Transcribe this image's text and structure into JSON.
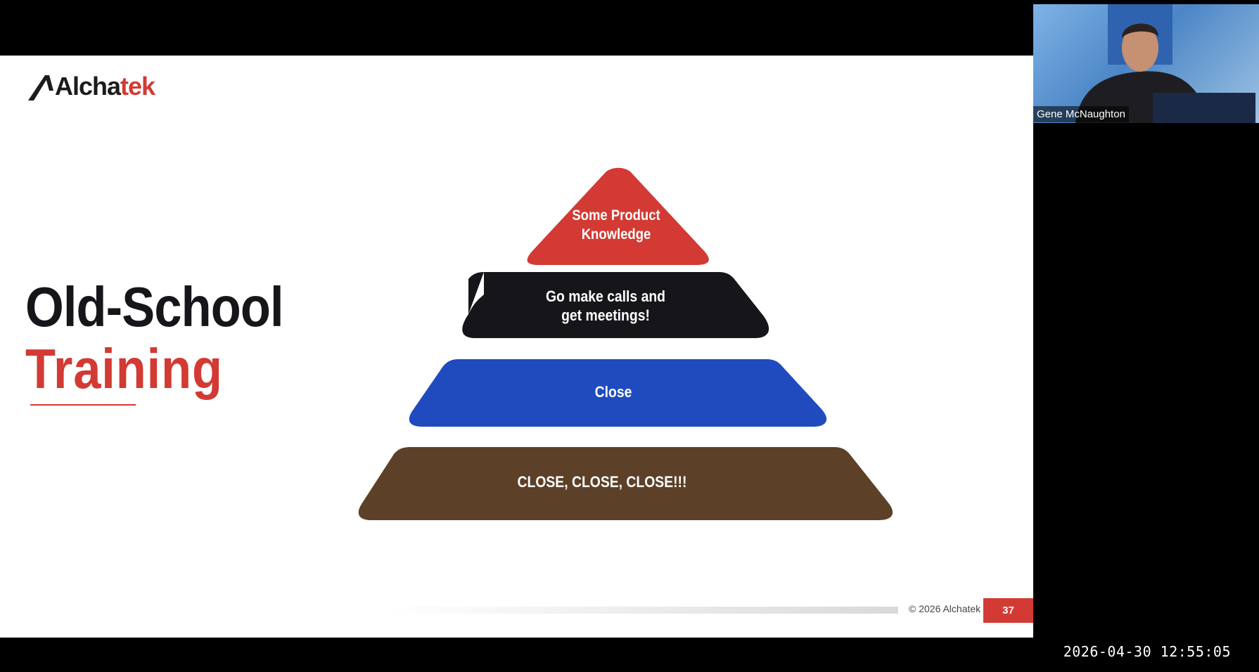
{
  "slide": {
    "logo": {
      "part1": "Alcha",
      "part2": "tek"
    },
    "title": {
      "line1": "Old-School",
      "line2": "Training"
    },
    "pyramid": [
      {
        "label": "Some Product\nKnowledge",
        "color": "#d23a33"
      },
      {
        "label": "Go make calls and\nget meetings!",
        "color": "#16161a"
      },
      {
        "label": "Close",
        "color": "#1f4bbf"
      },
      {
        "label": "CLOSE, CLOSE, CLOSE!!!",
        "color": "#5c4027"
      }
    ],
    "footer": {
      "copyright": "© 2026 Alchatek",
      "page_number": "37"
    }
  },
  "video": {
    "participant_name": "Gene McNaughton"
  },
  "timestamp": "2026-04-30 12:55:05",
  "colors": {
    "brand_red": "#d23a33",
    "background": "#000000"
  }
}
